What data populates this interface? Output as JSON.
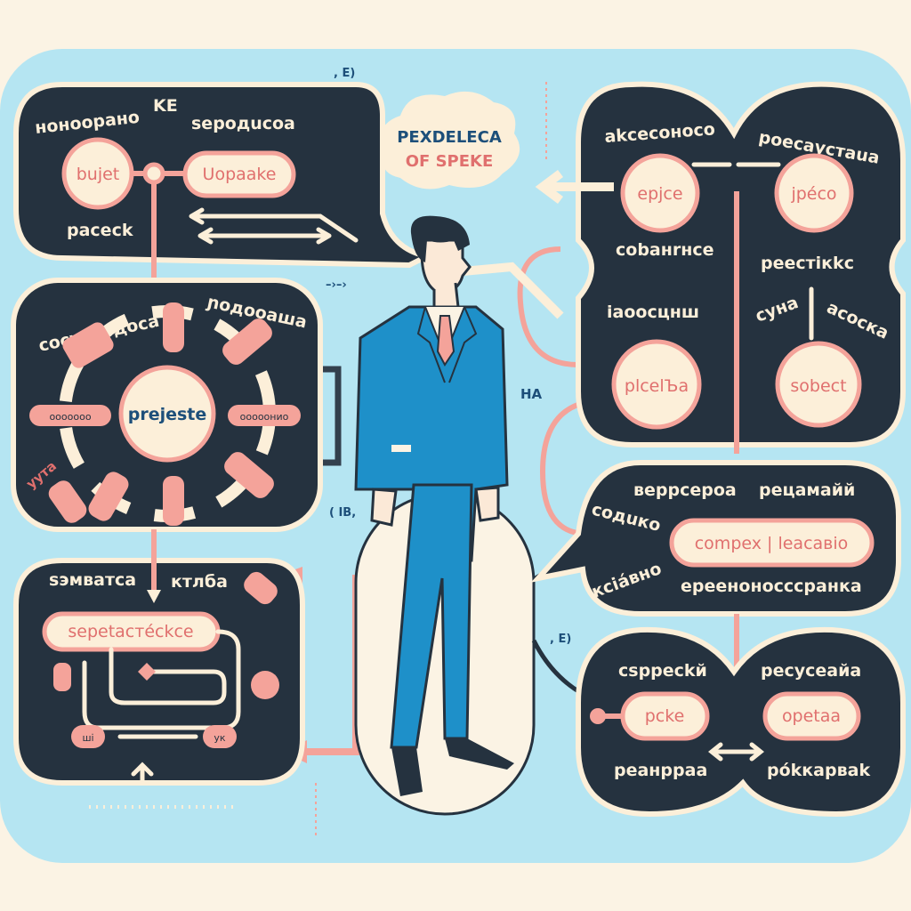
{
  "colors": {
    "background": "#fbf3e4",
    "sky": "#b5e5f2",
    "panel": "#25323f",
    "accent": "#f4a39a",
    "cream": "#fcefd9",
    "suit": "#1e90c9"
  },
  "cloud": {
    "line1": "PEXDELECA",
    "line2": "OF SPEKE"
  },
  "panel_top_left": {
    "label_a": "ноноорано",
    "label_b": "KE",
    "label_c": "sepoдucoa",
    "node": "bujet",
    "pill": "Uopaake",
    "label_d": "paceck"
  },
  "panel_mid_left": {
    "label_a": "cocyнcoдoca",
    "label_b": "ɲoдooaшa",
    "center": "prejeste",
    "side_left": "ооооооо",
    "side_right": "ооооонио",
    "corner": "уута"
  },
  "panel_bottom_left": {
    "label_a": "sэмвaтca",
    "label_b": "ктлба",
    "pill": "sepetacтéckce",
    "small_a": "ші",
    "small_b": "ук"
  },
  "panel_top_right": {
    "label_a": "akceсонoсo",
    "label_b": "poeсaуcтaua",
    "node_a": "epjce",
    "node_b": "jpéco",
    "label_c": "cobaнrнce",
    "label_d": "peecтiкkc",
    "label_e": "iaoocцнш",
    "label_f": "cyнa",
    "label_g": "acocкa",
    "node_c": "plcelЪa",
    "node_d": "sobect"
  },
  "panel_mid_right": {
    "label_a": "вeppcepoa",
    "label_b": "peцaмaйй",
    "label_c": "coдuко",
    "label_d": "кciáвно",
    "pill": "compex | leacaвio",
    "label_e": "epeeнoнoccсpaнка"
  },
  "panel_bottom_right": {
    "label_a": "csppeckй",
    "label_b": "pecyceaйa",
    "pill_a": "pcke",
    "pill_b": "opetaa",
    "label_c": "peaнppaa",
    "label_d": "pókкapвak"
  },
  "annotations": {
    "a": ", E)",
    "b": "–›–›",
    "c": "HA",
    "d": "( IB,",
    "e": ", E)"
  }
}
